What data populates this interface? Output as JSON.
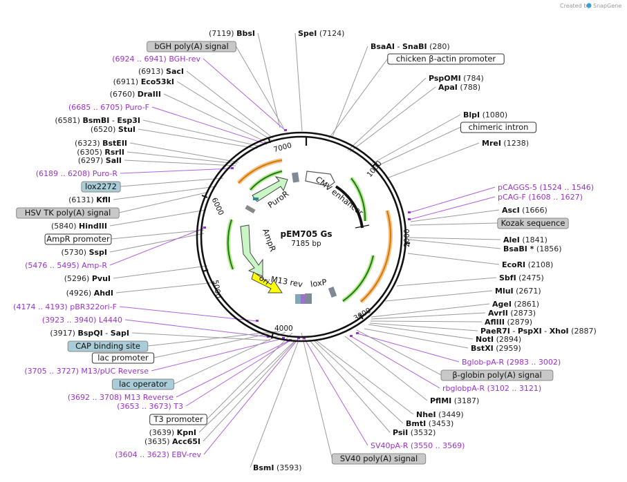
{
  "credit": {
    "created_by": "Created by",
    "brand": "SnapGene"
  },
  "plasmid": {
    "name": "pEM705 Gs",
    "length": "7185 bp"
  },
  "ticks": [
    "1000",
    "2000",
    "3000",
    "4000",
    "5000",
    "6000",
    "7000"
  ],
  "features": {
    "cmv": "CMV enhancer",
    "puro": "PuroR",
    "ampr": "AmpR",
    "ori": "ori",
    "m13": "M13 rev",
    "loxp": "loxP"
  },
  "labels": [
    {
      "id": "bbsi",
      "num": "(7119)",
      "name": "BbsI",
      "style": "site"
    },
    {
      "id": "spei",
      "num": "(7124)",
      "name": "SpeI",
      "style": "site"
    },
    {
      "id": "bghpolya",
      "name": "bGH poly(A) signal",
      "style": "gray"
    },
    {
      "id": "bsaai",
      "num": "(280)",
      "name": "BsaAI",
      "name2": "SnaBI",
      "style": "site"
    },
    {
      "id": "bghrev",
      "num": "(6924 .. 6941)",
      "name": "BGH-rev",
      "style": "primer"
    },
    {
      "id": "actinprom",
      "name": "chicken β-actin promoter",
      "style": "white"
    },
    {
      "id": "saci",
      "num": "(6913)",
      "name": "SacI",
      "style": "site"
    },
    {
      "id": "eco53ki",
      "num": "(6911)",
      "name": "Eco53kI",
      "style": "site"
    },
    {
      "id": "pspomi",
      "num": "(784)",
      "name": "PspOMI",
      "style": "site"
    },
    {
      "id": "apai",
      "num": "(788)",
      "name": "ApaI",
      "style": "site"
    },
    {
      "id": "draiii",
      "num": "(6760)",
      "name": "DraIII",
      "style": "site"
    },
    {
      "id": "purof",
      "num": "(6685 .. 6705)",
      "name": "Puro-F",
      "style": "primer"
    },
    {
      "id": "blpi",
      "num": "(1080)",
      "name": "BlpI",
      "style": "site"
    },
    {
      "id": "bsmbi",
      "num": "(6581)",
      "name": "BsmBI",
      "name2": "Esp3I",
      "style": "site"
    },
    {
      "id": "chimintron",
      "name": "chimeric intron",
      "style": "white"
    },
    {
      "id": "stui",
      "num": "(6520)",
      "name": "StuI",
      "style": "site"
    },
    {
      "id": "mrei",
      "num": "(1238)",
      "name": "MreI",
      "style": "site"
    },
    {
      "id": "bsteii",
      "num": "(6323)",
      "name": "BstEII",
      "style": "site"
    },
    {
      "id": "rsrii",
      "num": "(6305)",
      "name": "RsrII",
      "style": "site"
    },
    {
      "id": "sali",
      "num": "(6297)",
      "name": "SalI",
      "style": "site"
    },
    {
      "id": "puror",
      "num": "(6189 .. 6208)",
      "name": "Puro-R",
      "style": "primer"
    },
    {
      "id": "lox2272",
      "name": "lox2272",
      "style": "teal"
    },
    {
      "id": "pcaggs5",
      "num": "(1524 .. 1546)",
      "name": "pCAGGS-5",
      "style": "primer"
    },
    {
      "id": "pcagf",
      "num": "(1608 .. 1627)",
      "name": "pCAG-F",
      "style": "primer"
    },
    {
      "id": "kfli",
      "num": "(6131)",
      "name": "KflI",
      "style": "site"
    },
    {
      "id": "asci",
      "num": "(1666)",
      "name": "AscI",
      "style": "site"
    },
    {
      "id": "hsvtk",
      "name": "HSV TK poly(A) signal",
      "style": "gray"
    },
    {
      "id": "kozak",
      "name": "Kozak sequence",
      "style": "gray"
    },
    {
      "id": "hindiii",
      "num": "(5840)",
      "name": "HindIII",
      "style": "site"
    },
    {
      "id": "amprprom",
      "name": "AmpR promoter",
      "style": "white"
    },
    {
      "id": "alei",
      "num": "(1841)",
      "name": "AleI",
      "style": "site"
    },
    {
      "id": "bsabi",
      "num": "(1856)",
      "name": "BsaBI *",
      "style": "site"
    },
    {
      "id": "sspi",
      "num": "(5730)",
      "name": "SspI",
      "style": "site"
    },
    {
      "id": "ampr",
      "num": "(5476 .. 5495)",
      "name": "Amp-R",
      "style": "primer"
    },
    {
      "id": "ecori",
      "num": "(2108)",
      "name": "EcoRI",
      "style": "site"
    },
    {
      "id": "pvui",
      "num": "(5296)",
      "name": "PvuI",
      "style": "site"
    },
    {
      "id": "sbfi",
      "num": "(2475)",
      "name": "SbfI",
      "style": "site"
    },
    {
      "id": "ahdi",
      "num": "(4926)",
      "name": "AhdI",
      "style": "site"
    },
    {
      "id": "mlui",
      "num": "(2671)",
      "name": "MluI",
      "style": "site"
    },
    {
      "id": "agei",
      "num": "(2861)",
      "name": "AgeI",
      "style": "site"
    },
    {
      "id": "pbr322",
      "num": "(4174 .. 4193)",
      "name": "pBR322ori-F",
      "style": "primer"
    },
    {
      "id": "avrii",
      "num": "(2873)",
      "name": "AvrII",
      "style": "site"
    },
    {
      "id": "afliii",
      "num": "(2879)",
      "name": "AflIII",
      "style": "site"
    },
    {
      "id": "l4440",
      "num": "(3923 .. 3940)",
      "name": "L4440",
      "style": "primer"
    },
    {
      "id": "paer7i",
      "num": "(2887)",
      "name": "PaeR7I",
      "name2": "PspXI",
      "name3": "XhoI",
      "style": "site"
    },
    {
      "id": "bspqi",
      "num": "(3917)",
      "name": "BspQI",
      "name2": "SapI",
      "style": "site"
    },
    {
      "id": "noti",
      "num": "(2894)",
      "name": "NotI",
      "style": "site"
    },
    {
      "id": "cap",
      "name": "CAP binding site",
      "style": "teal"
    },
    {
      "id": "bstxi",
      "num": "(2959)",
      "name": "BstXI",
      "style": "site"
    },
    {
      "id": "lacprom",
      "name": "lac promoter",
      "style": "white"
    },
    {
      "id": "bglobpar",
      "num": "(2983 .. 3002)",
      "name": "Bglob-pA-R",
      "style": "primer"
    },
    {
      "id": "m13puc",
      "num": "(3705 .. 3727)",
      "name": "M13/pUC Reverse",
      "style": "primer"
    },
    {
      "id": "bglobinpolya",
      "name": "β-globin poly(A) signal",
      "style": "gray"
    },
    {
      "id": "lacop",
      "name": "lac operator",
      "style": "teal"
    },
    {
      "id": "rbglob",
      "num": "(3102 .. 3121)",
      "name": "rbglobpA-R",
      "style": "primer"
    },
    {
      "id": "m13rev",
      "num": "(3692 .. 3708)",
      "name": "M13 Reverse",
      "style": "primer"
    },
    {
      "id": "pflmi",
      "num": "(3187)",
      "name": "PflMI",
      "style": "site"
    },
    {
      "id": "t3",
      "num": "(3653 .. 3673)",
      "name": "T3",
      "style": "primer"
    },
    {
      "id": "t3prom",
      "name": "T3 promoter",
      "style": "white"
    },
    {
      "id": "nhei",
      "num": "(3449)",
      "name": "NheI",
      "style": "site"
    },
    {
      "id": "bmti",
      "num": "(3453)",
      "name": "BmtI",
      "style": "site"
    },
    {
      "id": "kpni",
      "num": "(3639)",
      "name": "KpnI",
      "style": "site"
    },
    {
      "id": "psii",
      "num": "(3532)",
      "name": "PsiI",
      "style": "site"
    },
    {
      "id": "acc65i",
      "num": "(3635)",
      "name": "Acc65I",
      "style": "site"
    },
    {
      "id": "sv40par",
      "num": "(3550 .. 3569)",
      "name": "SV40pA-R",
      "style": "primer"
    },
    {
      "id": "ebvrev",
      "num": "(3604 .. 3623)",
      "name": "EBV-rev",
      "style": "primer"
    },
    {
      "id": "sv40polya",
      "name": "SV40 poly(A) signal",
      "style": "gray"
    },
    {
      "id": "bsmi",
      "num": "(3593)",
      "name": "BsmI",
      "style": "site"
    }
  ],
  "colors": {
    "primer": "#9b30d0",
    "gray_box": "#c8c8c8",
    "teal_box": "#a9cdd8",
    "line": "#9a9a9a",
    "primer_line": "#b060e0",
    "ori": "#ffff00",
    "marker_green": "#2e8b2e",
    "marker_orange": "#e08a00",
    "resistance_fill": "#c8f7c5"
  }
}
